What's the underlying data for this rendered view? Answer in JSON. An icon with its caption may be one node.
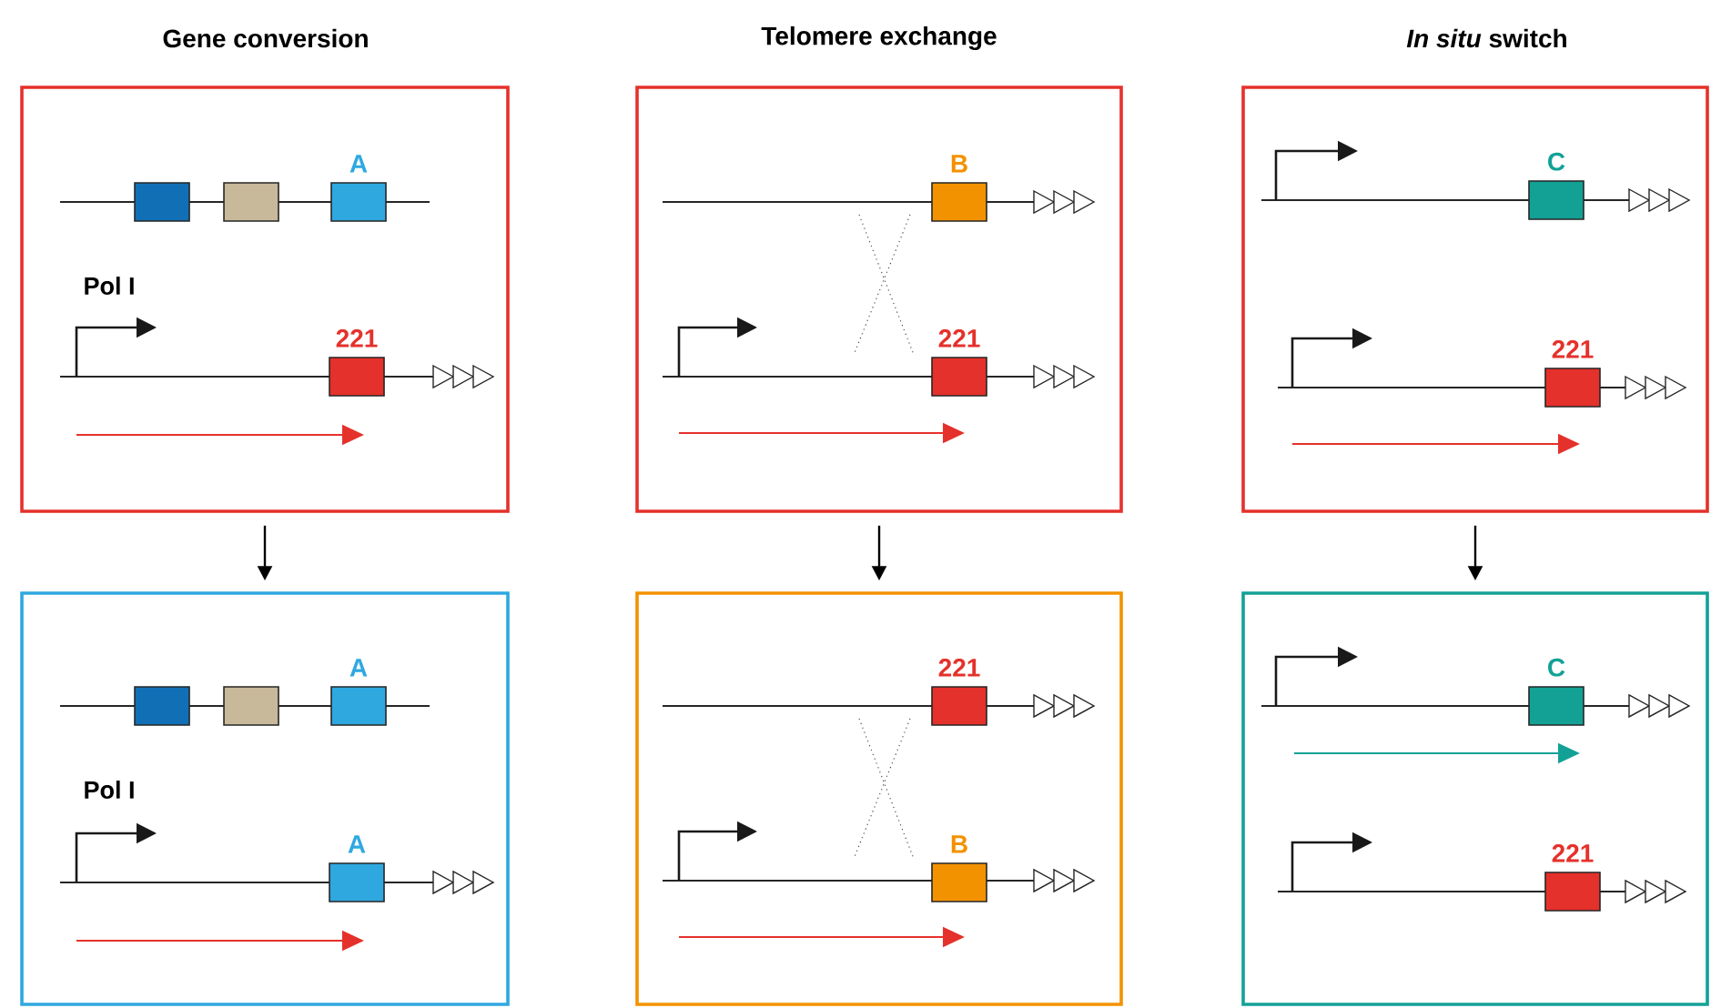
{
  "diagram": {
    "nodes": [
      {
        "text": [],
        "shape": "box"
      },
      {
        "text": [],
        "shape": "box",
        "in": 0
      },
      {
        "text": [],
        "shape": "box",
        "in": 0
      },
      {
        "text": [
          "A"
        ],
        "in": 0
      },
      {
        "text": [
          "221"
        ],
        "in": 0
      },
      {
        "text": [],
        "shape": "box"
      },
      {
        "text": [
          "B"
        ],
        "in": 5
      },
      {
        "text": [
          "221"
        ],
        "in": 5
      },
      {
        "text": [],
        "shape": "box"
      },
      {
        "text": [
          "C"
        ],
        "in": 8
      },
      {
        "text": [
          "221"
        ],
        "in": 8
      },
      {
        "text": [],
        "shape": "box"
      },
      {
        "text": [],
        "shape": "box",
        "in": 11
      },
      {
        "text": [],
        "shape": "box",
        "in": 11
      },
      {
        "text": [
          "A"
        ],
        "in": 11
      },
      {
        "text": [
          "A"
        ],
        "in": 11
      },
      {
        "text": [],
        "shape": "box"
      },
      {
        "text": [
          "221"
        ],
        "in": 16
      },
      {
        "text": [
          "B"
        ],
        "in": 16
      },
      {
        "text": [],
        "shape": "box"
      },
      {
        "text": [
          "C"
        ],
        "in": 19
      },
      {
        "text": [
          "221"
        ],
        "in": 19
      }
    ],
    "edges": [
      {
        "from": 0,
        "to": 11,
        "arrow": "to"
      },
      {
        "from": 5,
        "to": 16,
        "arrow": "to"
      },
      {
        "from": 8,
        "to": 19,
        "arrow": "to"
      }
    ],
    "labels": [
      "Gene conversion",
      "Telomere exchange",
      "*In situ* switch",
      "Pol I",
      "Pol I"
    ]
  }
}
